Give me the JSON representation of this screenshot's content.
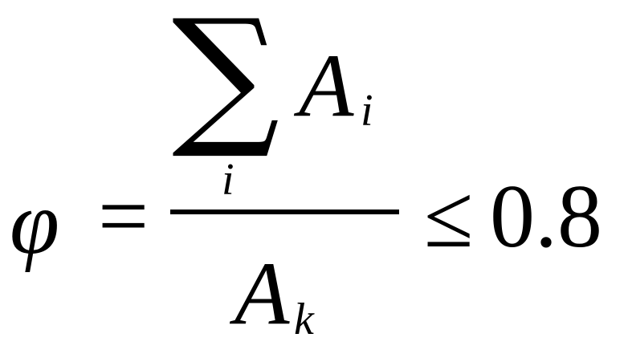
{
  "equation": {
    "lhs_symbol": "φ",
    "equals_sign": "=",
    "sum_symbol": "∑",
    "numerator_variable": "A",
    "numerator_subscript": "i",
    "sum_index": "i",
    "denominator_variable": "A",
    "denominator_subscript": "k",
    "relation_sign": "≤",
    "bound_value": "0.8"
  }
}
